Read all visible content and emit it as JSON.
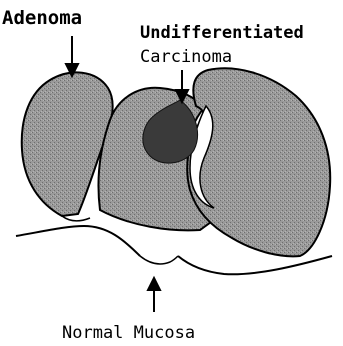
{
  "labels": {
    "adenoma": "Adenoma",
    "undifferentiated": "Undifferentiated",
    "carcinoma": "Carcinoma",
    "normal_mucosa": "Normal Mucosa"
  },
  "colors": {
    "tissue_fill": "#8f8f8f",
    "carcinoma_fill": "#3a3a3a",
    "outline": "#000000",
    "background": "#ffffff"
  }
}
